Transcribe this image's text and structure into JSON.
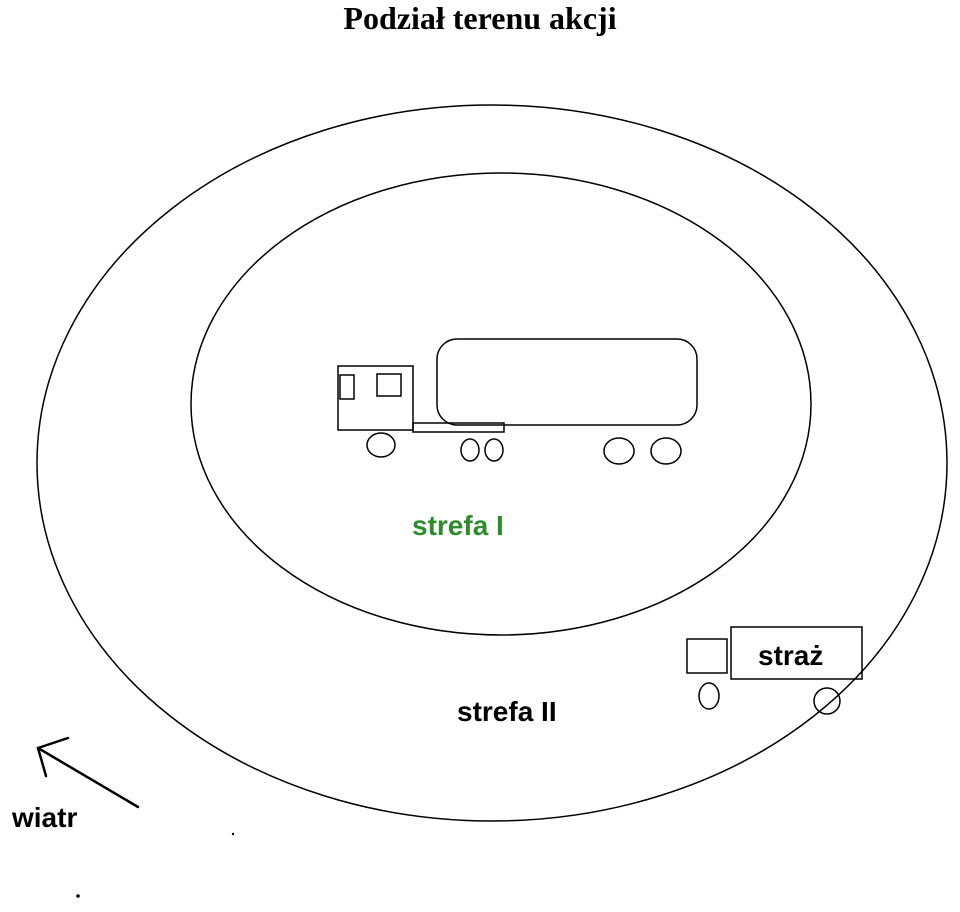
{
  "title": "Podział terenu akcji",
  "labels": {
    "zone1": "strefa I",
    "zone2": "strefa II",
    "fire_truck": "straż",
    "wind": "wiatr"
  },
  "colors": {
    "zone1_label": "#2e8b2e",
    "ink": "#000000"
  }
}
